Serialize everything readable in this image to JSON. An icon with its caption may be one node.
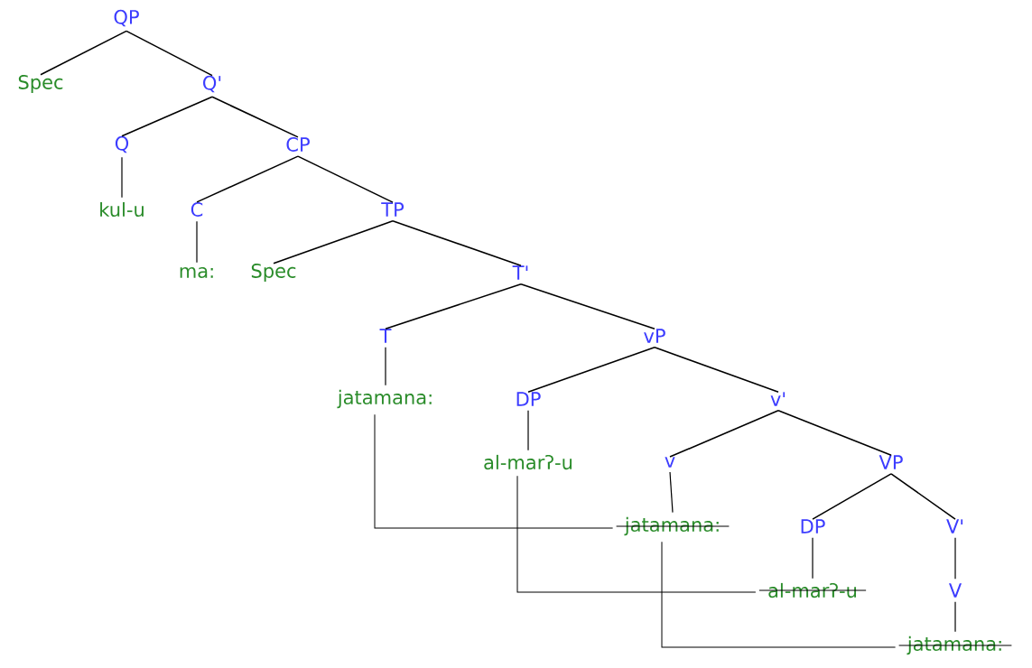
{
  "diagram": {
    "nodes": [
      {
        "text": [
          "QP"
        ]
      },
      {
        "text": [
          "Spec"
        ]
      },
      {
        "text": [
          "Q'"
        ]
      },
      {
        "text": [
          "Q"
        ]
      },
      {
        "text": [
          "CP"
        ]
      },
      {
        "text": [
          "kul-u"
        ]
      },
      {
        "text": [
          "C"
        ]
      },
      {
        "text": [
          "TP"
        ]
      },
      {
        "text": [
          "ma:"
        ]
      },
      {
        "text": [
          "Spec"
        ]
      },
      {
        "text": [
          "T'"
        ]
      },
      {
        "text": [
          "T"
        ]
      },
      {
        "text": [
          "vP"
        ]
      },
      {
        "text": [
          "jatamana:"
        ]
      },
      {
        "text": [
          "DP"
        ]
      },
      {
        "text": [
          "v'"
        ]
      },
      {
        "text": [
          "al-marʔ-u"
        ]
      },
      {
        "text": [
          "v"
        ]
      },
      {
        "text": [
          "VP"
        ]
      },
      {
        "text": [
          "jatamana:"
        ]
      },
      {
        "text": [
          "DP"
        ]
      },
      {
        "text": [
          "V'"
        ]
      },
      {
        "text": [
          "al-marʔ-u"
        ]
      },
      {
        "text": [
          "V"
        ]
      },
      {
        "text": [
          "jatamana:"
        ]
      }
    ],
    "edges": [
      {
        "from": 0,
        "to": 1,
        "arrow": "none"
      },
      {
        "from": 0,
        "to": 2,
        "arrow": "none"
      },
      {
        "from": 2,
        "to": 3,
        "arrow": "none"
      },
      {
        "from": 2,
        "to": 4,
        "arrow": "none"
      },
      {
        "from": 3,
        "to": 5,
        "arrow": "none"
      },
      {
        "from": 4,
        "to": 6,
        "arrow": "none"
      },
      {
        "from": 4,
        "to": 7,
        "arrow": "none"
      },
      {
        "from": 6,
        "to": 8,
        "arrow": "none"
      },
      {
        "from": 7,
        "to": 9,
        "arrow": "none"
      },
      {
        "from": 7,
        "to": 10,
        "arrow": "none"
      },
      {
        "from": 10,
        "to": 11,
        "arrow": "none"
      },
      {
        "from": 10,
        "to": 12,
        "arrow": "none"
      },
      {
        "from": 11,
        "to": 13,
        "arrow": "none"
      },
      {
        "from": 12,
        "to": 14,
        "arrow": "none"
      },
      {
        "from": 12,
        "to": 15,
        "arrow": "none"
      },
      {
        "from": 14,
        "to": 16,
        "arrow": "none"
      },
      {
        "from": 15,
        "to": 17,
        "arrow": "none"
      },
      {
        "from": 15,
        "to": 18,
        "arrow": "none"
      },
      {
        "from": 17,
        "to": 19,
        "arrow": "none"
      },
      {
        "from": 18,
        "to": 20,
        "arrow": "none"
      },
      {
        "from": 18,
        "to": 21,
        "arrow": "none"
      },
      {
        "from": 20,
        "to": 22,
        "arrow": "none"
      },
      {
        "from": 21,
        "to": 23,
        "arrow": "none"
      },
      {
        "from": 23,
        "to": 24,
        "arrow": "none"
      },
      {
        "from": 13,
        "to": 19,
        "arrow": "none"
      },
      {
        "from": 16,
        "to": 22,
        "arrow": "none"
      },
      {
        "from": 19,
        "to": 24,
        "arrow": "none"
      }
    ]
  }
}
